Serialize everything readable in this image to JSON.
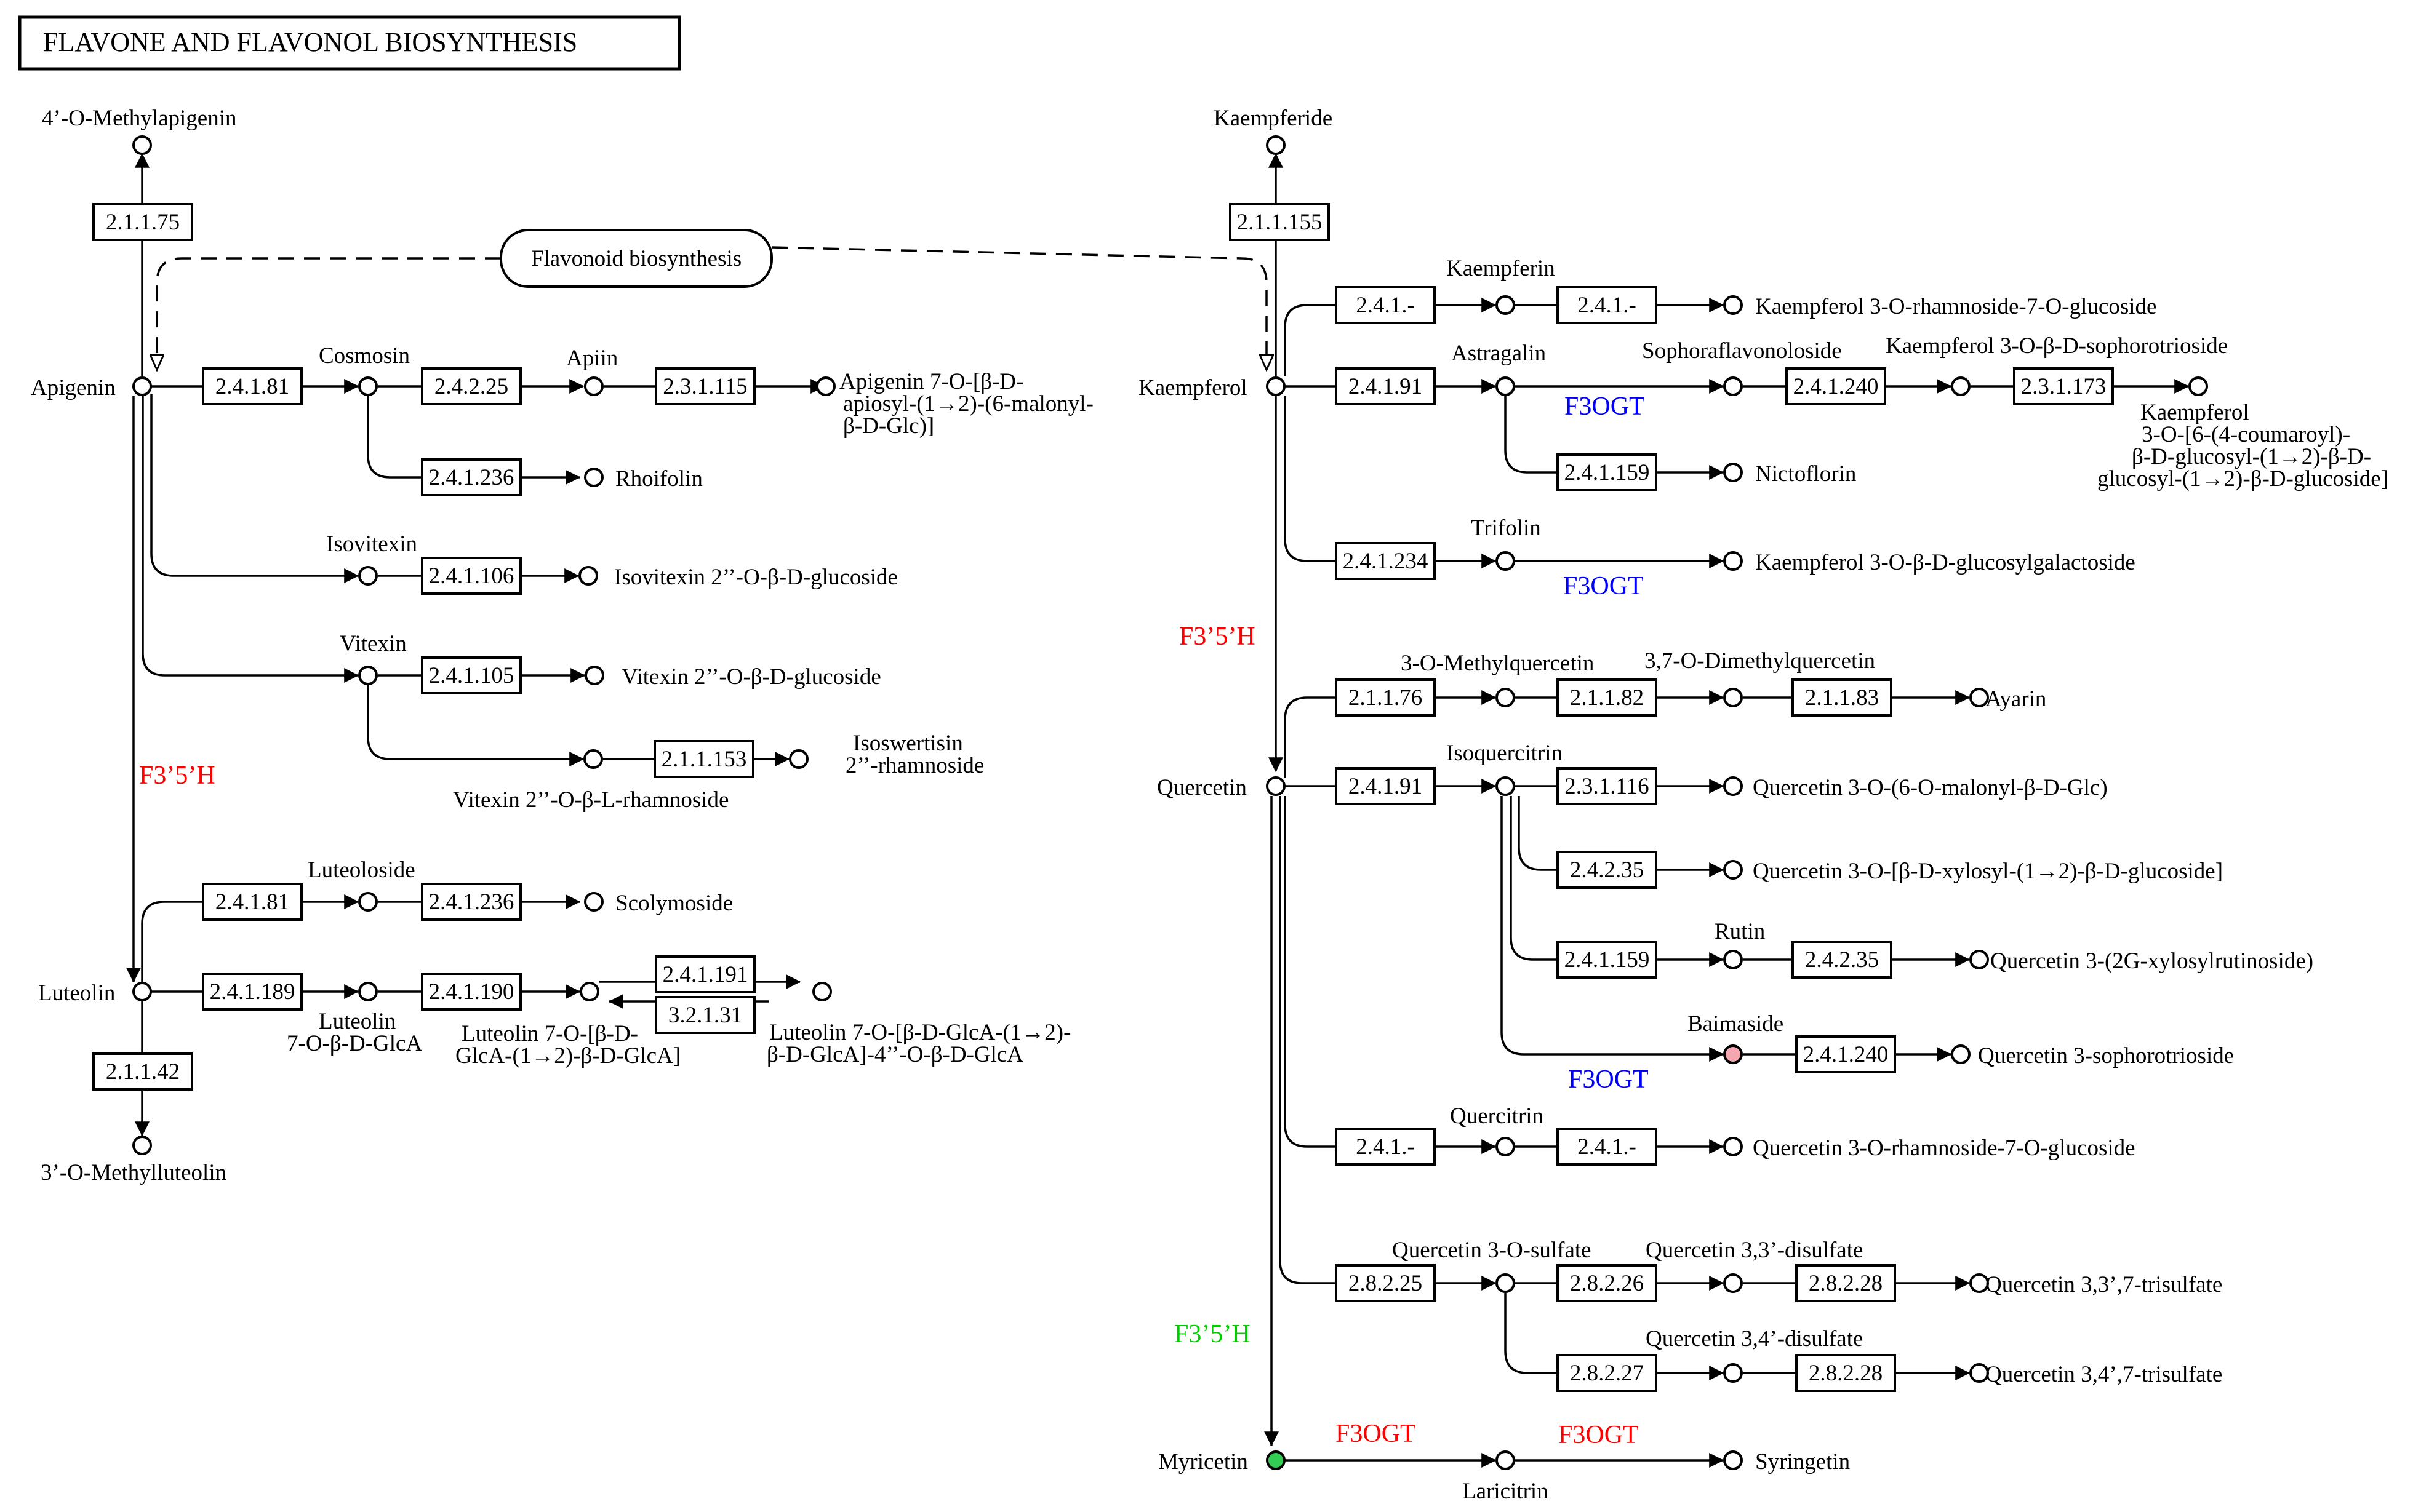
{
  "title": "FLAVONE AND FLAVONOL BIOSYNTHESIS",
  "map_link": "Flavonoid biosynthesis",
  "colors": {
    "red": "#ff0000",
    "blue": "#0000ff",
    "green": "#00cc00",
    "highlight_pink": "#f4a7b0",
    "highlight_green": "#33cc55"
  },
  "genes": {
    "f3h_1": "F3’5’H",
    "f3h_2": "F3’5’H",
    "f3h_3": "F3’5’H",
    "f3ogt_1": "F3OGT",
    "f3ogt_2": "F3OGT",
    "f3ogt_3": "F3OGT",
    "f3ogt_4": "F3OGT",
    "f3ogt_5": "F3OGT"
  },
  "compounds": {
    "methylapigenin": "4’-O-Methylapigenin",
    "apigenin": "Apigenin",
    "cosmosin": "Cosmosin",
    "apiin": "Apiin",
    "apigenin7_l1": "Apigenin 7-O-[β-D-",
    "apigenin7_l2": "apiosyl-(1→2)-(6-malonyl-",
    "apigenin7_l3": "β-D-Glc)]",
    "rhoifolin": "Rhoifolin",
    "isovitexin": "Isovitexin",
    "isovitexin_glc": "Isovitexin 2’’-O-β-D-glucoside",
    "vitexin": "Vitexin",
    "vitexin_glc": "Vitexin 2’’-O-β-D-glucoside",
    "isoswertisin_l1": "Isoswertisin",
    "isoswertisin_l2": "2’’-rhamnoside",
    "vitexin_rha": "Vitexin 2’’-O-β-L-rhamnoside",
    "luteoloside": "Luteoloside",
    "scolymoside": "Scolymoside",
    "luteolin": "Luteolin",
    "luteolin_glca_l1": "Luteolin",
    "luteolin_glca_l2": "7-O-β-D-GlcA",
    "luteolin_diglca_l1": "Luteolin 7-O-[β-D-",
    "luteolin_diglca_l2": "GlcA-(1→2)-β-D-GlcA]",
    "luteolin_tri_l1": "Luteolin 7-O-[β-D-GlcA-(1→2)-",
    "luteolin_tri_l2": "β-D-GlcA]-4’’-O-β-D-GlcA",
    "methylluteolin": "3’-O-Methylluteolin",
    "kaempferide": "Kaempferide",
    "kaempferol": "Kaempferol",
    "kaempferin": "Kaempferin",
    "kaempferol_rha_glc": "Kaempferol 3-O-rhamnoside-7-O-glucoside",
    "astragalin": "Astragalin",
    "sophoraflavonoloside": "Sophoraflavonoloside",
    "kaempferol_sophorotrioside": "Kaempferol 3-O-β-D-sophorotrioside",
    "kaempferol_cou_l1": "Kaempferol",
    "kaempferol_cou_l2": "3-O-[6-(4-coumaroyl)-",
    "kaempferol_cou_l3": "β-D-glucosyl-(1→2)-β-D-",
    "kaempferol_cou_l4": "glucosyl-(1→2)-β-D-glucoside]",
    "nictoflorin": "Nictoflorin",
    "trifolin": "Trifolin",
    "kaempferol_glcgal": "Kaempferol 3-O-β-D-glucosylgalactoside",
    "methylquercetin": "3-O-Methylquercetin",
    "dimethylquercetin": "3,7-O-Dimethylquercetin",
    "ayarin": "Ayarin",
    "quercetin": "Quercetin",
    "isoquercitrin": "Isoquercitrin",
    "quercetin_malonyl": "Quercetin 3-O-(6-O-malonyl-β-D-Glc)",
    "quercetin_xylosyl": "Quercetin 3-O-[β-D-xylosyl-(1→2)-β-D-glucoside]",
    "rutin": "Rutin",
    "quercetin_2g": "Quercetin 3-(2G-xylosylrutinoside)",
    "baimaside": "Baimaside",
    "quercetin_sophorotrioside": "Quercetin 3-sophorotrioside",
    "quercitrin": "Quercitrin",
    "quercetin_rha_glc": "Quercetin 3-O-rhamnoside-7-O-glucoside",
    "quercetin_sulfate": "Quercetin 3-O-sulfate",
    "quercetin_33_disulfate": "Quercetin 3,3’-disulfate",
    "quercetin_337_trisulfate": "Quercetin 3,3’,7-trisulfate",
    "quercetin_34_disulfate": "Quercetin 3,4’-disulfate",
    "quercetin_347_trisulfate": "Quercetin 3,4’,7-trisulfate",
    "myricetin": "Myricetin",
    "laricitrin": "Laricitrin",
    "syringetin": "Syringetin"
  },
  "enzymes": {
    "e_2_1_1_75": "2.1.1.75",
    "e_apigenin_2_4_1_81": "2.4.1.81",
    "e_2_4_2_25": "2.4.2.25",
    "e_2_3_1_115": "2.3.1.115",
    "e_apigenin_2_4_1_236": "2.4.1.236",
    "e_2_4_1_106": "2.4.1.106",
    "e_2_4_1_105": "2.4.1.105",
    "e_2_1_1_153": "2.1.1.153",
    "e_luteolin_2_4_1_81": "2.4.1.81",
    "e_luteolin_2_4_1_236": "2.4.1.236",
    "e_2_4_1_189": "2.4.1.189",
    "e_2_4_1_190": "2.4.1.190",
    "e_2_4_1_191": "2.4.1.191",
    "e_3_2_1_31": "3.2.1.31",
    "e_2_1_1_42": "2.1.1.42",
    "e_2_1_1_155": "2.1.1.155",
    "e_kaem_2_4_1_a": "2.4.1.-",
    "e_kaem_2_4_1_b": "2.4.1.-",
    "e_kaem_2_4_1_91": "2.4.1.91",
    "e_kaem_2_4_1_240": "2.4.1.240",
    "e_2_3_1_173": "2.3.1.173",
    "e_kaem_2_4_1_159": "2.4.1.159",
    "e_2_4_1_234": "2.4.1.234",
    "e_2_1_1_76": "2.1.1.76",
    "e_2_1_1_82": "2.1.1.82",
    "e_2_1_1_83": "2.1.1.83",
    "e_quer_2_4_1_91": "2.4.1.91",
    "e_2_3_1_116": "2.3.1.116",
    "e_quer_2_4_2_35_a": "2.4.2.35",
    "e_quer_2_4_1_159": "2.4.1.159",
    "e_quer_2_4_2_35_b": "2.4.2.35",
    "e_quer_2_4_1_240": "2.4.1.240",
    "e_quer_2_4_1_a": "2.4.1.-",
    "e_quer_2_4_1_b": "2.4.1.-",
    "e_2_8_2_25": "2.8.2.25",
    "e_2_8_2_26": "2.8.2.26",
    "e_2_8_2_28_a": "2.8.2.28",
    "e_2_8_2_27": "2.8.2.27",
    "e_2_8_2_28_b": "2.8.2.28"
  }
}
